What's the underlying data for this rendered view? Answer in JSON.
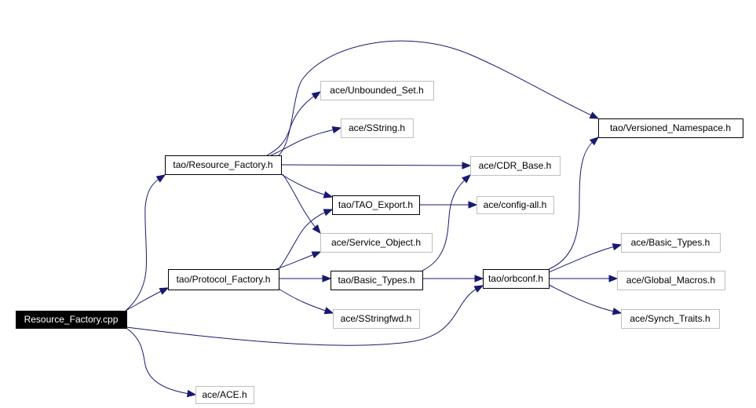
{
  "graph": {
    "nodes": [
      {
        "id": "resource_factory_cpp",
        "label": "Resource_Factory.cpp",
        "style": "root"
      },
      {
        "id": "ace_ace_h",
        "label": "ace/ACE.h",
        "style": "gray"
      },
      {
        "id": "tao_resource_factory_h",
        "label": "tao/Resource_Factory.h",
        "style": "solid"
      },
      {
        "id": "tao_protocol_factory_h",
        "label": "tao/Protocol_Factory.h",
        "style": "solid"
      },
      {
        "id": "ace_unbounded_set_h",
        "label": "ace/Unbounded_Set.h",
        "style": "gray"
      },
      {
        "id": "ace_sstring_h",
        "label": "ace/SString.h",
        "style": "gray"
      },
      {
        "id": "tao_tao_export_h",
        "label": "tao/TAO_Export.h",
        "style": "solid"
      },
      {
        "id": "ace_service_object_h",
        "label": "ace/Service_Object.h",
        "style": "gray"
      },
      {
        "id": "tao_basic_types_h",
        "label": "tao/Basic_Types.h",
        "style": "solid"
      },
      {
        "id": "ace_sstringfwd_h",
        "label": "ace/SStringfwd.h",
        "style": "gray"
      },
      {
        "id": "ace_cdr_base_h",
        "label": "ace/CDR_Base.h",
        "style": "gray"
      },
      {
        "id": "ace_config_all_h",
        "label": "ace/config-all.h",
        "style": "gray"
      },
      {
        "id": "tao_orbconf_h",
        "label": "tao/orbconf.h",
        "style": "solid"
      },
      {
        "id": "tao_versioned_namespace_h",
        "label": "tao/Versioned_Namespace.h",
        "style": "solid"
      },
      {
        "id": "ace_basic_types_h",
        "label": "ace/Basic_Types.h",
        "style": "gray"
      },
      {
        "id": "ace_global_macros_h",
        "label": "ace/Global_Macros.h",
        "style": "gray"
      },
      {
        "id": "ace_synch_traits_h",
        "label": "ace/Synch_Traits.h",
        "style": "gray"
      }
    ],
    "edges": [
      {
        "from": "resource_factory_cpp",
        "to": "tao_resource_factory_h"
      },
      {
        "from": "resource_factory_cpp",
        "to": "tao_protocol_factory_h"
      },
      {
        "from": "resource_factory_cpp",
        "to": "tao_orbconf_h"
      },
      {
        "from": "resource_factory_cpp",
        "to": "ace_ace_h"
      },
      {
        "from": "tao_resource_factory_h",
        "to": "ace_unbounded_set_h"
      },
      {
        "from": "tao_resource_factory_h",
        "to": "ace_sstring_h"
      },
      {
        "from": "tao_resource_factory_h",
        "to": "tao_versioned_namespace_h"
      },
      {
        "from": "tao_resource_factory_h",
        "to": "ace_cdr_base_h"
      },
      {
        "from": "tao_resource_factory_h",
        "to": "tao_tao_export_h"
      },
      {
        "from": "tao_resource_factory_h",
        "to": "ace_service_object_h"
      },
      {
        "from": "tao_protocol_factory_h",
        "to": "tao_tao_export_h"
      },
      {
        "from": "tao_protocol_factory_h",
        "to": "ace_service_object_h"
      },
      {
        "from": "tao_protocol_factory_h",
        "to": "tao_basic_types_h"
      },
      {
        "from": "tao_protocol_factory_h",
        "to": "ace_sstringfwd_h"
      },
      {
        "from": "tao_tao_export_h",
        "to": "ace_config_all_h"
      },
      {
        "from": "tao_basic_types_h",
        "to": "ace_cdr_base_h"
      },
      {
        "from": "tao_basic_types_h",
        "to": "tao_orbconf_h"
      },
      {
        "from": "tao_orbconf_h",
        "to": "tao_versioned_namespace_h"
      },
      {
        "from": "tao_orbconf_h",
        "to": "ace_basic_types_h"
      },
      {
        "from": "tao_orbconf_h",
        "to": "ace_global_macros_h"
      },
      {
        "from": "tao_orbconf_h",
        "to": "ace_synch_traits_h"
      }
    ]
  }
}
